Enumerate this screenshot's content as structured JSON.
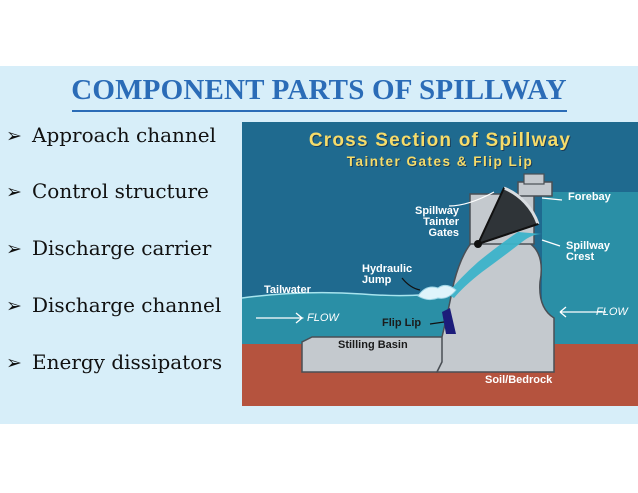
{
  "slide": {
    "title": "COMPONENT PARTS OF SPILLWAY",
    "bullets": [
      "Approach  channel",
      "Control structure",
      "Discharge carrier",
      "Discharge channel",
      "Energy dissipators"
    ]
  },
  "diagram": {
    "title": "Cross Section of Spillway",
    "subtitle": "Tainter Gates & Flip Lip",
    "labels": {
      "forebay": "Forebay",
      "tainter_gates": "Spillway\nTainter\nGates",
      "spillway_crest": "Spillway\nCrest",
      "hydraulic_jump": "Hydraulic\nJump",
      "tailwater": "Tailwater",
      "flow_left": "FLOW",
      "flow_right": "FLOW",
      "flip_lip": "Flip Lip",
      "stilling_basin": "Stilling Basin",
      "soil_bedrock": "Soil/Bedrock"
    },
    "colors": {
      "sky": "#1f6a8f",
      "water": "#2a8fa6",
      "concrete": "#c4c9ce",
      "bedrock": "#b5533e",
      "title": "#f6dc6a"
    }
  }
}
